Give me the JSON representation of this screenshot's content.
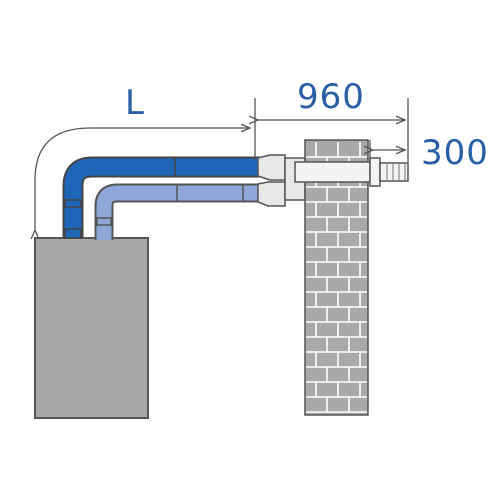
{
  "diagram": {
    "labels": {
      "length": "L",
      "terminal_length": "960",
      "terminal_projection": "300"
    },
    "colors": {
      "dimension_text": "#2a5fa8",
      "dimension_line": "#555555",
      "boiler_fill": "#a7a7a7",
      "exhaust_pipe": "#1f66b8",
      "intake_pipe": "#8ea6d8",
      "wall_fill": "#a9a9a9",
      "brick_line": "#ffffff",
      "terminal_fill": "#f4f4f4"
    }
  }
}
